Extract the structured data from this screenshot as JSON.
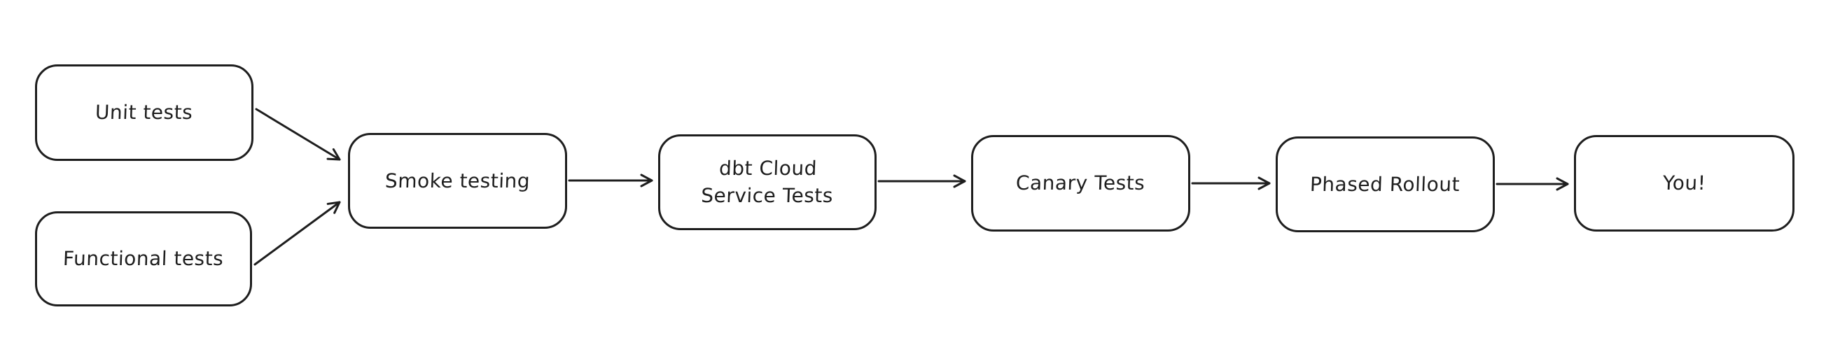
{
  "diagram": {
    "background_color": "#ffffff",
    "stroke_color": "#1e1e1e",
    "fill_color": "#ffffff",
    "style": "hand-drawn flowchart",
    "nodes": [
      {
        "id": "unit-tests",
        "label": "Unit tests"
      },
      {
        "id": "functional-tests",
        "label": "Functional tests"
      },
      {
        "id": "smoke-testing",
        "label": "Smoke testing"
      },
      {
        "id": "dbt-cloud-service-tests",
        "label": "dbt Cloud\nService Tests"
      },
      {
        "id": "canary-tests",
        "label": "Canary Tests"
      },
      {
        "id": "phased-rollout",
        "label": "Phased Rollout"
      },
      {
        "id": "you",
        "label": "You!"
      }
    ],
    "edges": [
      {
        "from": "unit-tests",
        "to": "smoke-testing"
      },
      {
        "from": "functional-tests",
        "to": "smoke-testing"
      },
      {
        "from": "smoke-testing",
        "to": "dbt-cloud-service-tests"
      },
      {
        "from": "dbt-cloud-service-tests",
        "to": "canary-tests"
      },
      {
        "from": "canary-tests",
        "to": "phased-rollout"
      },
      {
        "from": "phased-rollout",
        "to": "you"
      }
    ]
  }
}
